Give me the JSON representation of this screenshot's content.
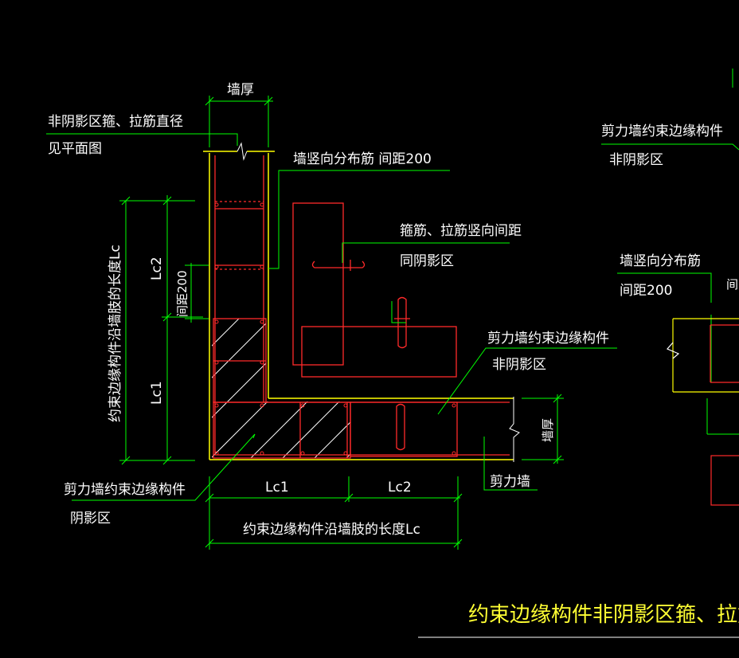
{
  "labels": {
    "wall_thickness": "墙厚",
    "nonshadow_stirrup_l1": "非阴影区箍、拉筋直径",
    "nonshadow_stirrup_l2": "见平面图",
    "vertical_rebar": "墙竖向分布筋 间距200",
    "stirrup_spacing_l1": "箍筋、拉筋竖向间距",
    "stirrup_spacing_l2": "同阴影区",
    "lc2_vertical": "Lc2",
    "lc1_vertical": "Lc1",
    "spacing_200": "间距200",
    "edge_length_vertical": "约束边缘构件沿墙肢的长度Lc",
    "nonshadow_zone_l1": "剪力墙约束边缘构件",
    "nonshadow_zone_l2": "非阴影区",
    "shadow_zone_l1": "剪力墙约束边缘构件",
    "shadow_zone_l2": "阴影区",
    "wall_thickness_right": "墙厚",
    "shear_wall": "剪力墙",
    "lc1_horizontal": "Lc1",
    "lc2_horizontal": "Lc2",
    "edge_length_horizontal": "约束边缘构件沿墙肢的长度Lc",
    "right_nonshadow_l1": "剪力墙约束边缘构件",
    "right_nonshadow_l2": "非阴影区",
    "right_vertical_l1": "墙竖向分布筋",
    "right_vertical_l2": "间距200",
    "right_partial": "间"
  },
  "title": "约束边缘构件非阴影区箍、拉筋做法图",
  "colors": {
    "background": "#000000",
    "wall_outline": "#ffff00",
    "rebar": "#ff2a2a",
    "leader": "#00ff00",
    "hatch": "#ffffff",
    "text": "#ffffff",
    "title": "#ffff33"
  }
}
